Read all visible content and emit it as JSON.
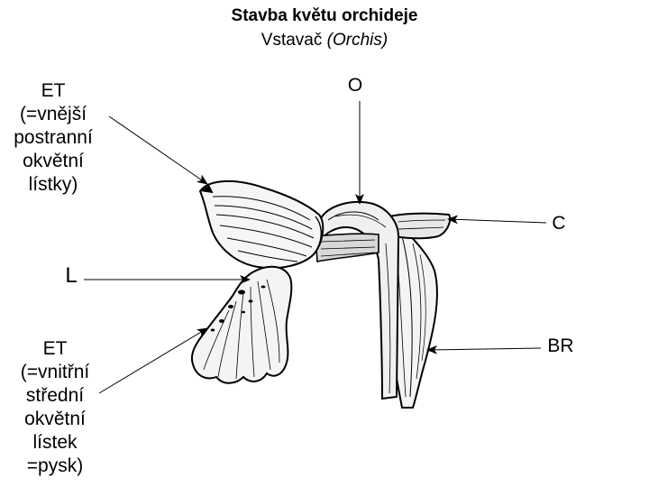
{
  "title": "Stavba květu orchideje",
  "subtitle": {
    "text": "Vstavač",
    "latin": "(Orchis)"
  },
  "labels": {
    "et_outer": {
      "letter": "ET",
      "lines": [
        "(=vnější",
        "postranní",
        "okvětní",
        "lístky)"
      ]
    },
    "o": "O",
    "c": "C",
    "l": "L",
    "br": "BR",
    "et_inner": {
      "letter": "ET",
      "lines": [
        "(=vnitřní",
        "střední",
        "okvětní",
        "lístek",
        "=pysk)"
      ]
    }
  },
  "colors": {
    "ink": "#000000",
    "background": "#ffffff",
    "petal_fill": "#f4f4f4"
  }
}
